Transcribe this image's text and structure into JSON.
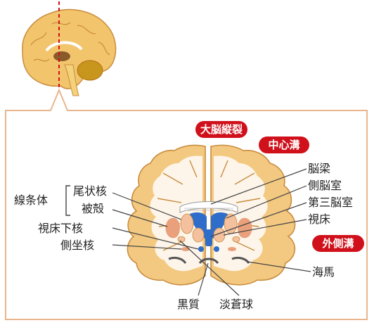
{
  "colors": {
    "frame": "#e9b58d",
    "cortex": "#f3c981",
    "cortex_outline": "#c98c3e",
    "white_matter": "#fdf5ea",
    "striatum": "#f4c09e",
    "putamen": "#e9a07b",
    "ventricle": "#2e6dc9",
    "callosum": "#ffffff",
    "pill": "#d0111b",
    "leader": "#444444",
    "cut_line": "#d0111b",
    "brain_mini": "#f2c46c",
    "brain_mini_dark": "#c8951d"
  },
  "badges": {
    "fissure": "大脳縦裂",
    "central_sulcus": "中心溝",
    "lateral_sulcus": "外側溝"
  },
  "labels": {
    "striatum_group": "線条体",
    "caudate": "尾状核",
    "putamen": "被殻",
    "subthalamic": "視床下核",
    "accumbens": "側坐核",
    "substantia_nigra": "黒質",
    "globus_pallidus": "淡蒼球",
    "corpus_callosum": "脳梁",
    "lateral_ventricle": "側脳室",
    "third_ventricle": "第三脳室",
    "thalamus": "視床",
    "hippocampus": "海馬"
  },
  "icons": {
    "mini_brain": "brain-sagittal-icon",
    "cut_line": "section-cut-line"
  }
}
